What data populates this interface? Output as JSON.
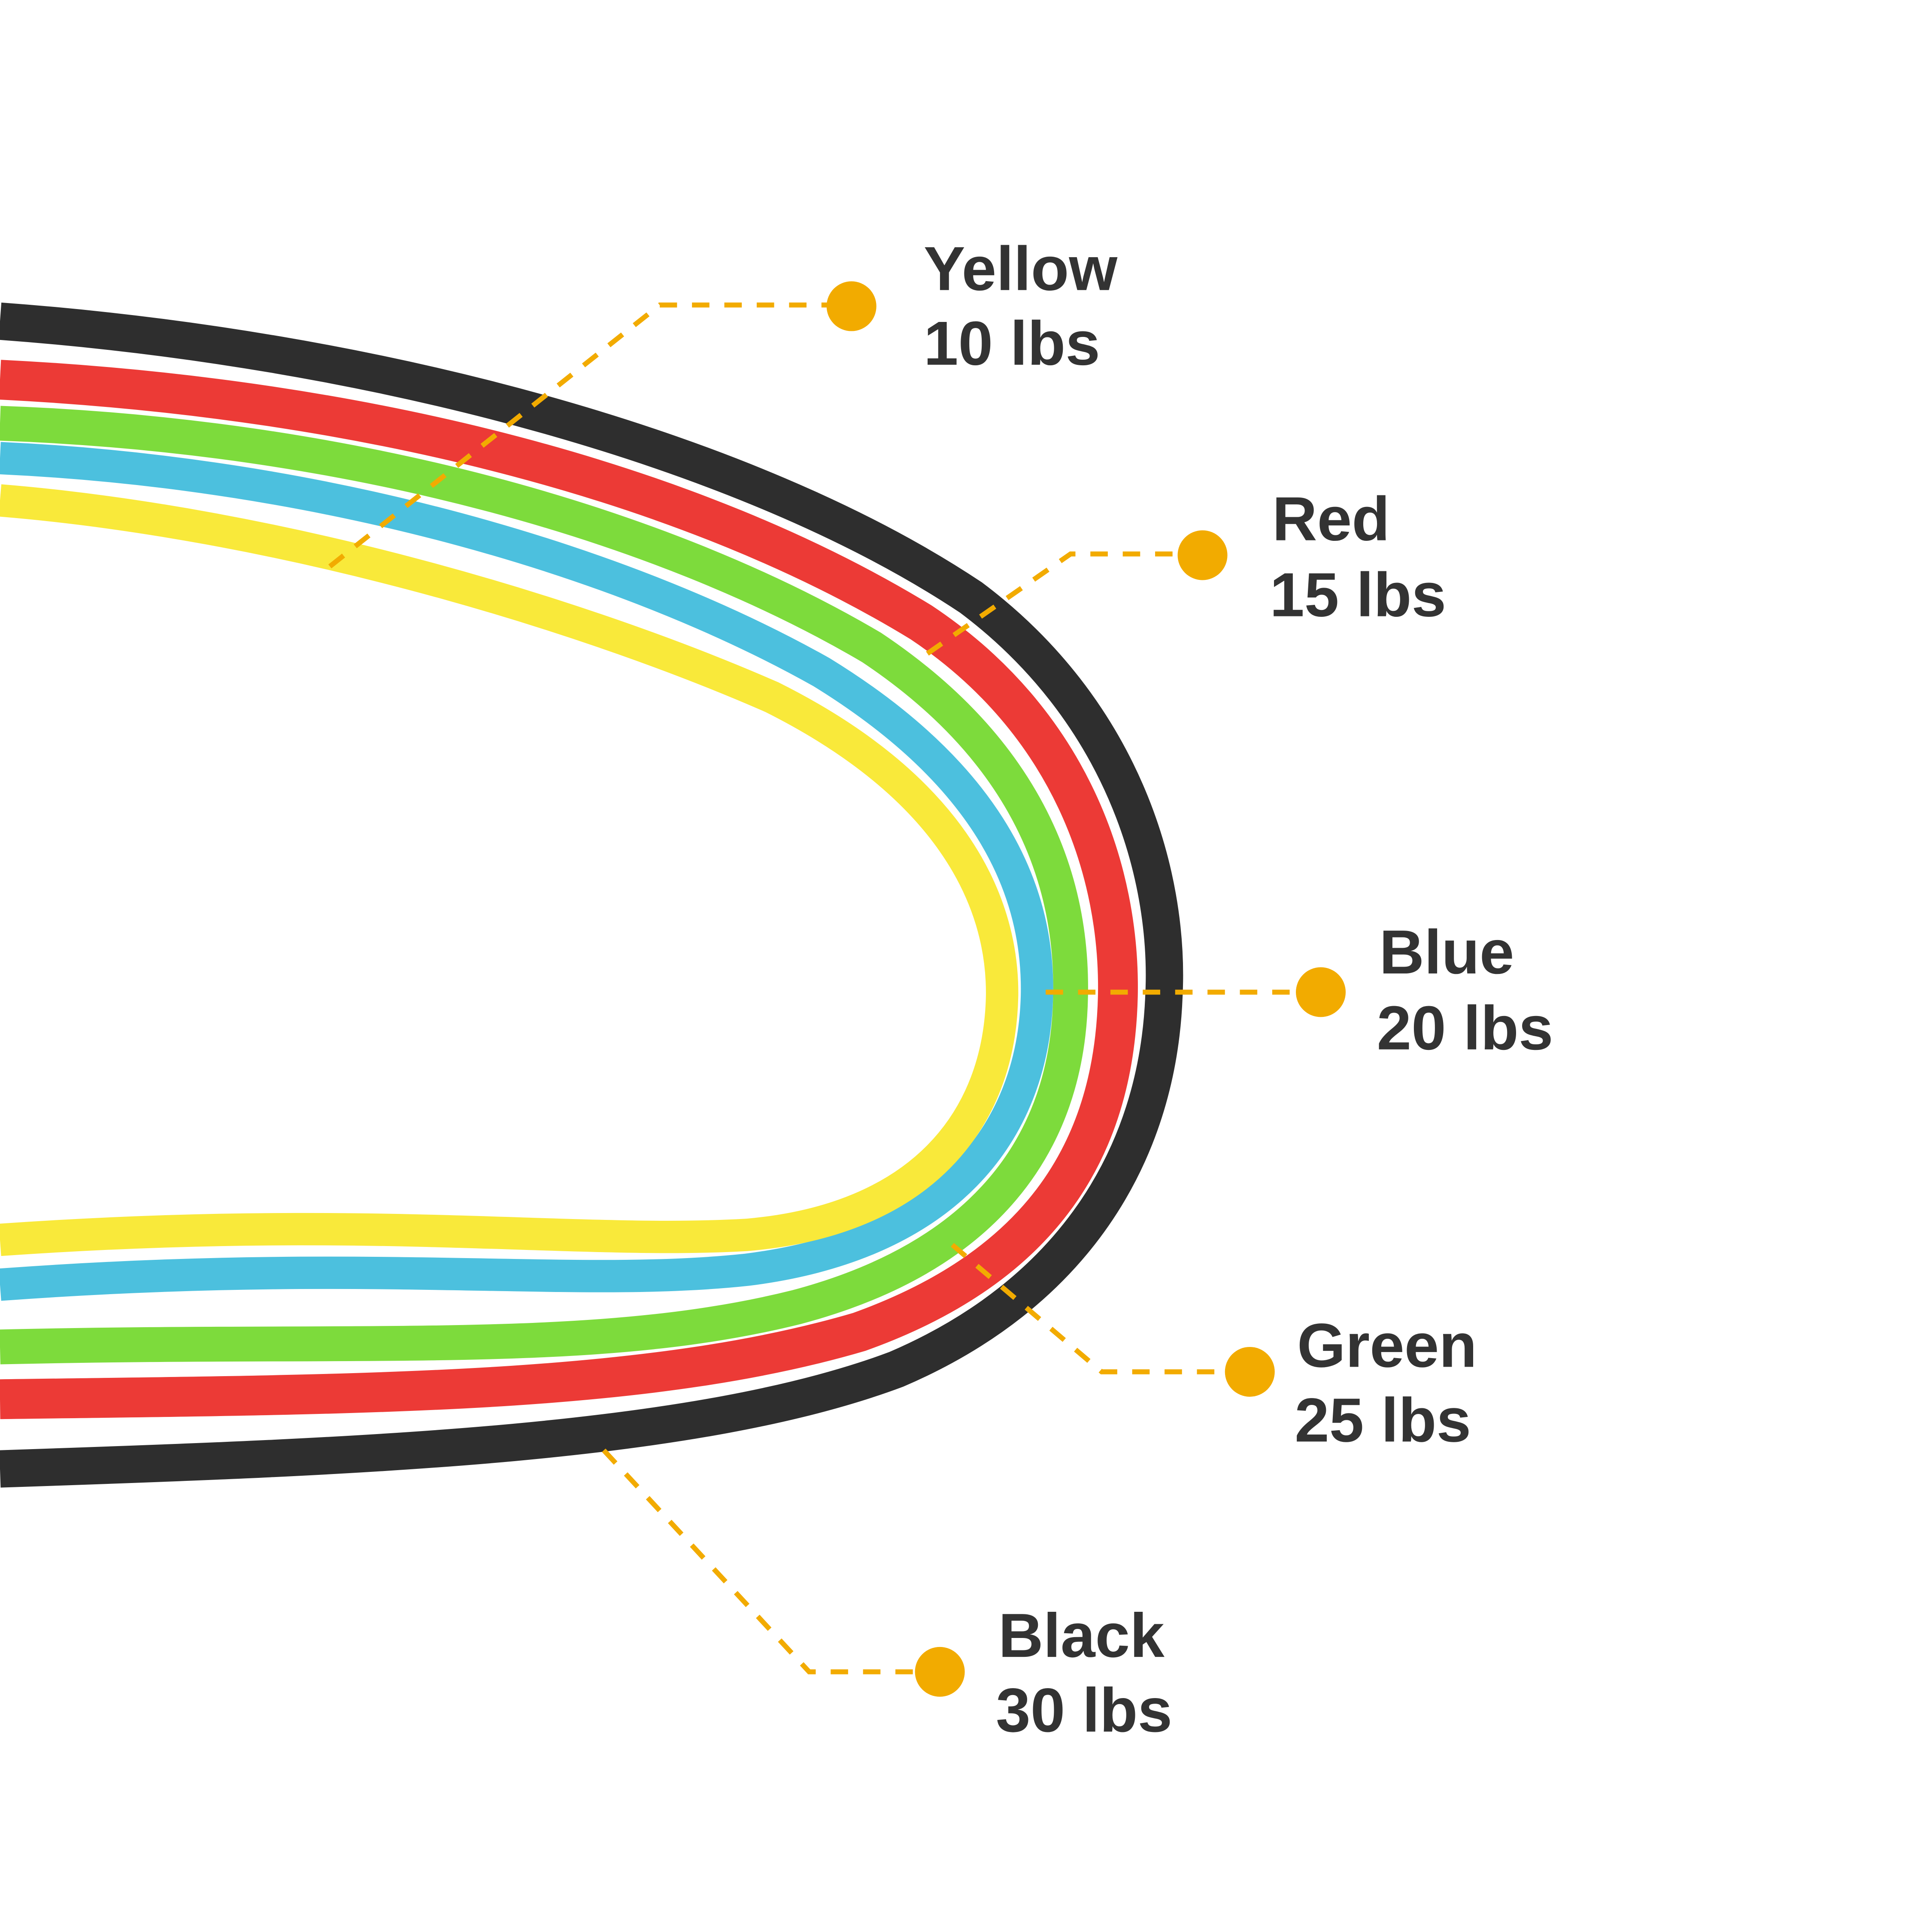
{
  "bands": [
    {
      "name": "Yellow",
      "weight": "10 lbs",
      "color": "#f9e93a"
    },
    {
      "name": "Red",
      "weight": "15 lbs",
      "color": "#ec3a36"
    },
    {
      "name": "Blue",
      "weight": "20 lbs",
      "color": "#4cc0de"
    },
    {
      "name": "Green",
      "weight": "25 lbs",
      "color": "#7ddb3c"
    },
    {
      "name": "Black",
      "weight": "30 lbs",
      "color": "#2e2e2e"
    }
  ],
  "accent_color": "#f2ab00"
}
